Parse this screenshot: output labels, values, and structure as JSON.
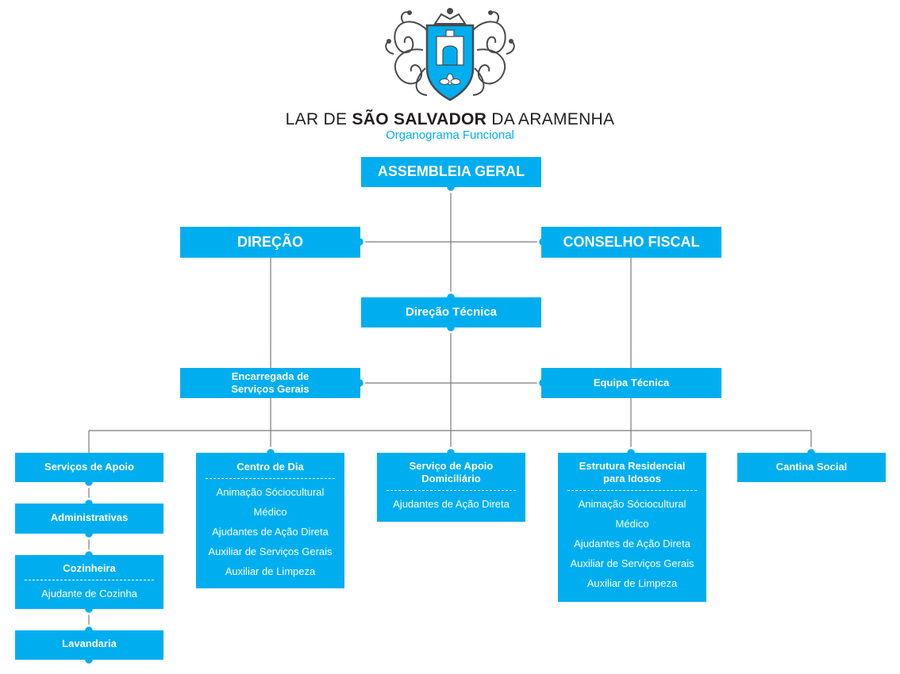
{
  "header": {
    "title_prefix": "LAR DE",
    "title_bold": "SÃO SALVADOR",
    "title_suffix": "DA ARAMENHA",
    "subtitle": "Organograma Funcional"
  },
  "colors": {
    "accent": "#00aeef",
    "text": "#231f20",
    "line": "#7a7a7a"
  },
  "logo": {
    "icon": "coat-of-arms-icon"
  },
  "nodes": {
    "assembleia": {
      "label": "ASSEMBLEIA GERAL"
    },
    "direcao": {
      "label": "DIREÇÃO"
    },
    "conselho": {
      "label": "CONSELHO FISCAL"
    },
    "direcao_tecnica": {
      "label": "Direção Técnica"
    },
    "encarregada": {
      "label_line1": "Encarregada de",
      "label_line2": "Serviços Gerais"
    },
    "equipa": {
      "label": "Equipa Técnica"
    },
    "servicos_apoio": {
      "label": "Serviços de Apoio"
    },
    "administrativas": {
      "label": "Administrativas"
    },
    "cozinheira": {
      "label": "Cozinheira",
      "items": [
        "Ajudante de Cozinha"
      ]
    },
    "lavandaria": {
      "label": "Lavandaria"
    },
    "centro_dia": {
      "label": "Centro de Dia",
      "items": [
        "Animação Sóciocultural",
        "Médico",
        "Ajudantes de Ação Direta",
        "Auxiliar de Serviços Gerais",
        "Auxiliar de Limpeza"
      ]
    },
    "sad": {
      "label_line1": "Serviço de Apoio",
      "label_line2": "Domiciliário",
      "items": [
        "Ajudantes de Ação Direta"
      ]
    },
    "erpi": {
      "label_line1": "Estrutura Residencial",
      "label_line2": "para Idosos",
      "items": [
        "Animação Sóciocultural",
        "Médico",
        "Ajudantes de Ação Direta",
        "Auxiliar de Serviços Gerais",
        "Auxiliar de Limpeza"
      ]
    },
    "cantina": {
      "label": "Cantina Social"
    }
  }
}
